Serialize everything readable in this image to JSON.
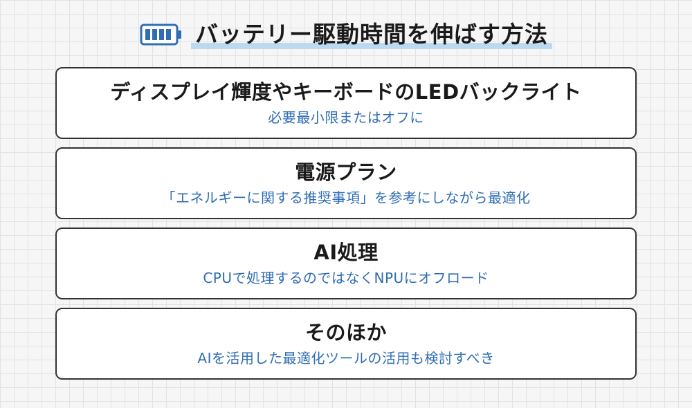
{
  "header": {
    "icon": "battery-full-icon",
    "title": "バッテリー駆動時間を伸ばす方法",
    "colors": {
      "icon": "#2f6db5",
      "underline": "#bcd9f2"
    }
  },
  "cards": [
    {
      "title": "ディスプレイ輝度やキーボードのLEDバックライト",
      "desc": "必要最小限またはオフに"
    },
    {
      "title": "電源プラン",
      "desc": "「エネルギーに関する推奨事項」を参考にしながら最適化"
    },
    {
      "title": "AI処理",
      "desc": "CPUで処理するのではなくNPUにオフロード"
    },
    {
      "title": "そのほか",
      "desc": "AIを活用した最適化ツールの活用も検討すべき"
    }
  ],
  "colors": {
    "desc_text": "#2f6db5",
    "card_border": "#333333"
  }
}
